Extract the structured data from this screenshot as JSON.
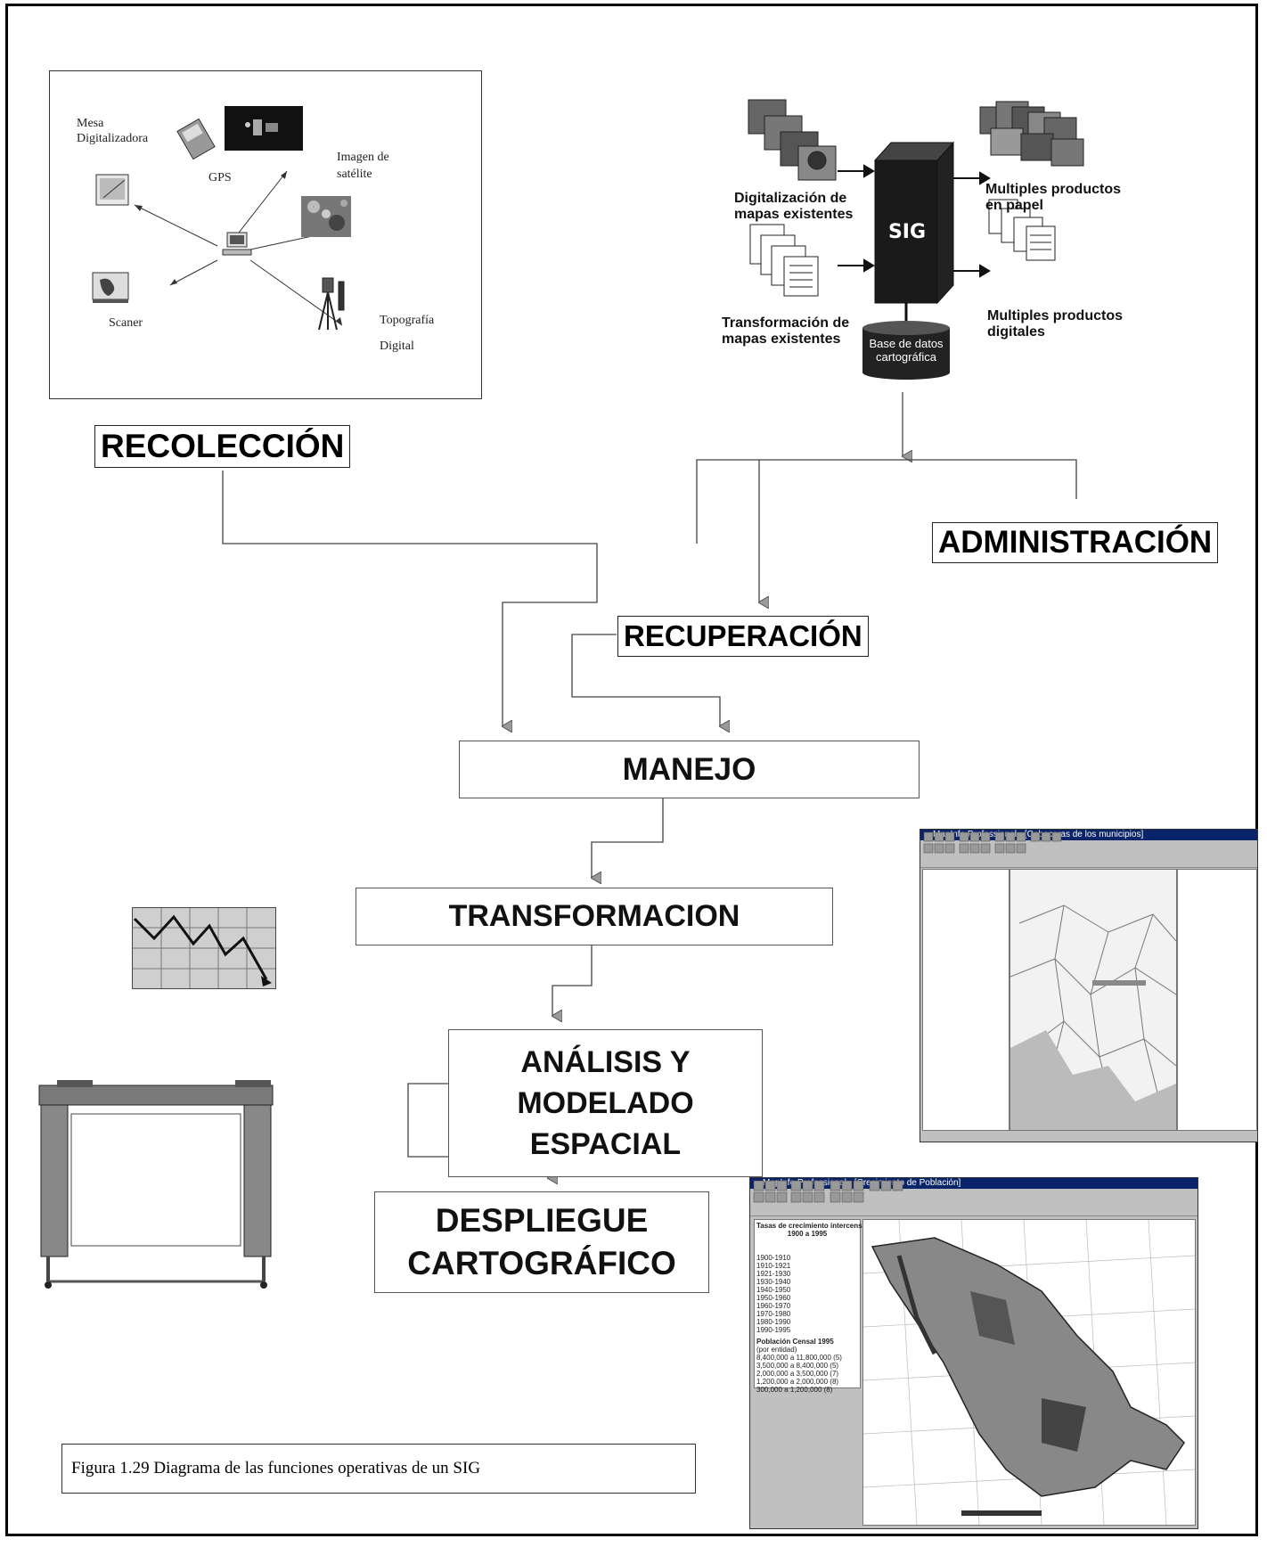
{
  "stages": {
    "recoleccion": "RECOLECCIÓN",
    "administracion": "ADMINISTRACIÓN",
    "recuperacion": "RECUPERACIÓN",
    "manejo": "MANEJO",
    "transformacion": "TRANSFORMACION",
    "analisis": [
      "ANÁLISIS Y",
      "MODELADO",
      "ESPACIAL"
    ],
    "despliegue": [
      "DESPLIEGUE",
      "CARTOGRÁFICO"
    ]
  },
  "input_panel": {
    "mesa": [
      "Mesa",
      "Digitalizadora"
    ],
    "gps": "GPS",
    "imagen": [
      "Imagen de",
      "satélite"
    ],
    "scaner": "Scaner",
    "topografia": [
      "Topografía",
      "Digital"
    ]
  },
  "sig_panel": {
    "digitalizacion": [
      "Digitalización de",
      "mapas existentes"
    ],
    "transformacion": [
      "Transformación de",
      "mapas existentes"
    ],
    "sig": "SIG",
    "base_datos": [
      "Base de datos",
      "cartográfica"
    ],
    "productos_papel": [
      "Multiples productos",
      "en papel"
    ],
    "productos_digitales": [
      "Multiples productos",
      "digitales"
    ]
  },
  "screenshots": {
    "top_title": "MapInfo Professional - [Cabeceras de los municipios]",
    "bottom_title": "MapInfo Professional - [Crecimiento de Población]",
    "bottom_legend": {
      "heading": [
        "Tasas de crecimiento intercensal",
        "1900 a 1995"
      ],
      "years": [
        "1900-1910",
        "1910-1921",
        "1921-1930",
        "1930-1940",
        "1940-1950",
        "1950-1960",
        "1960-1970",
        "1970-1980",
        "1980-1990",
        "1990-1995"
      ],
      "pop_heading": [
        "Población Censal 1995",
        "(por entidad)"
      ],
      "pop_rows": [
        "8,400,000 a 11,800,000 (5)",
        "3,500,000 a 8,400,000 (5)",
        "2,000,000 a 3,500,000 (7)",
        "1,200,000 a 2,000,000 (8)",
        "300,000 a 1,200,000 (8)"
      ]
    }
  },
  "colors": {
    "arrow": "#888888",
    "line": "#444444",
    "sig_box": "#1a1a1a"
  },
  "caption": "Figura 1.29 Diagrama de las funciones operativas de un SIG"
}
